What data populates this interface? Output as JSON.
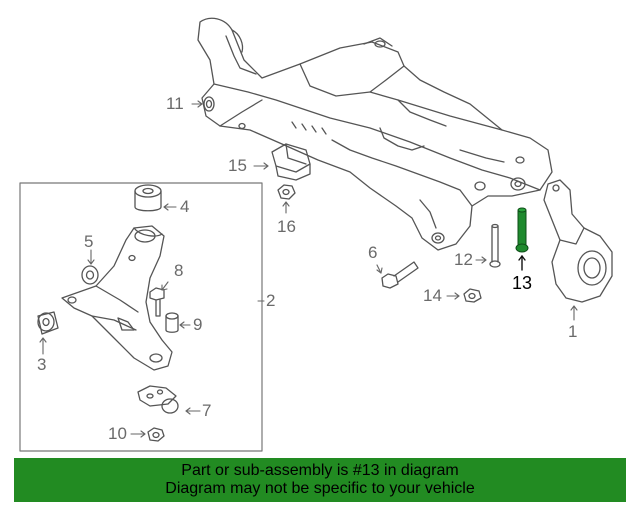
{
  "callouts": {
    "c1": "1",
    "c2": "2",
    "c3": "3",
    "c4": "4",
    "c5": "5",
    "c6": "6",
    "c7": "7",
    "c8": "8",
    "c9": "9",
    "c10": "10",
    "c11": "11",
    "c12": "12",
    "c13": "13",
    "c14": "14",
    "c15": "15",
    "c16": "16"
  },
  "banner": {
    "line1": "Part or sub-assembly is #13 in diagram",
    "line2": "Diagram may not be specific to your vehicle"
  },
  "colors": {
    "highlight_part": "#1f8a2e",
    "banner_bg": "#228b22",
    "line_art": "#555555",
    "callout_text": "#6a6a6a"
  }
}
